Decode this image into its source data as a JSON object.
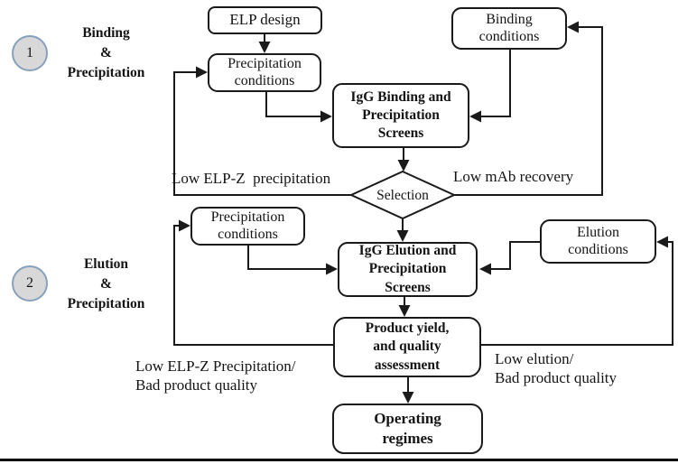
{
  "phases": {
    "p1_number": "1",
    "p1_label": "Binding\n&\nPrecipitation",
    "p2_number": "2",
    "p2_label": "Elution\n&\nPrecipitation"
  },
  "nodes": {
    "elp_design": "ELP design",
    "precipitation_conditions_1": "Precipitation\nconditions",
    "binding_conditions": "Binding\nconditions",
    "igg_binding_screens": "IgG Binding and\nPrecipitation\nScreens",
    "selection": "Selection",
    "precipitation_conditions_2": "Precipitation\nconditions",
    "elution_conditions": "Elution\nconditions",
    "igg_elution_screens": "IgG Elution and\nPrecipitation\nScreens",
    "product_yield": "Product yield,\nand quality\nassessment",
    "operating_regimes": "Operating\nregimes"
  },
  "feedback": {
    "low_elp_precipitation": "Low ELP-Z  precipitation",
    "low_mab_recovery": "Low mAb recovery",
    "low_elp_bad_quality": "Low ELP-Z Precipitation/\nBad product quality",
    "low_elution_bad_quality": "Low elution/\nBad product quality"
  },
  "colors": {
    "line": "#1a1a1a",
    "circle_fill": "#d8d8d8",
    "circle_border": "#87a1bd",
    "bottom_rule": "#000000"
  }
}
